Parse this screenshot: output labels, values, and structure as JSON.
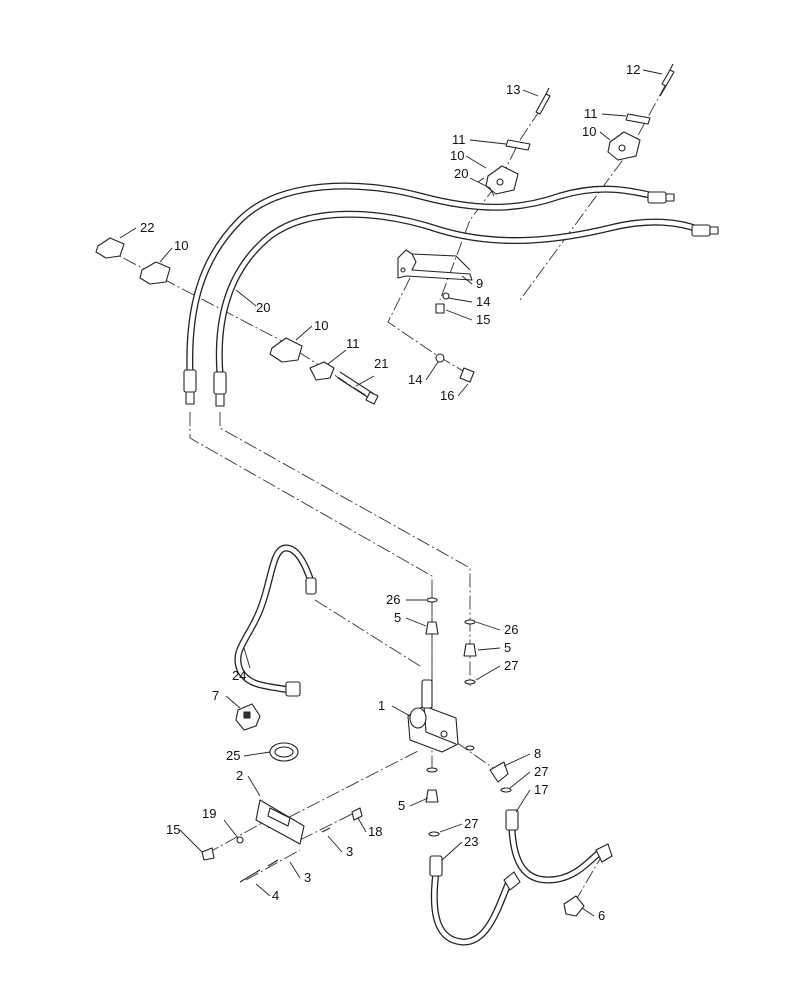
{
  "diagram": {
    "callouts": {
      "c1": "1",
      "c2": "2",
      "c3a": "3",
      "c3b": "3",
      "c4": "4",
      "c5a": "5",
      "c5b": "5",
      "c5c": "5",
      "c6": "6",
      "c7": "7",
      "c8": "8",
      "c9": "9",
      "c10a": "10",
      "c10b": "10",
      "c10c": "10",
      "c10d": "10",
      "c11a": "11",
      "c11b": "11",
      "c11c": "11",
      "c12": "12",
      "c13": "13",
      "c14a": "14",
      "c14b": "14",
      "c15a": "15",
      "c15b": "15",
      "c16": "16",
      "c17": "17",
      "c18": "18",
      "c19": "19",
      "c20a": "20",
      "c20b": "20",
      "c21": "21",
      "c22": "22",
      "c23": "23",
      "c24": "24",
      "c25": "25",
      "c26a": "26",
      "c26b": "26",
      "c27a": "27",
      "c27b": "27",
      "c27c": "27"
    }
  }
}
